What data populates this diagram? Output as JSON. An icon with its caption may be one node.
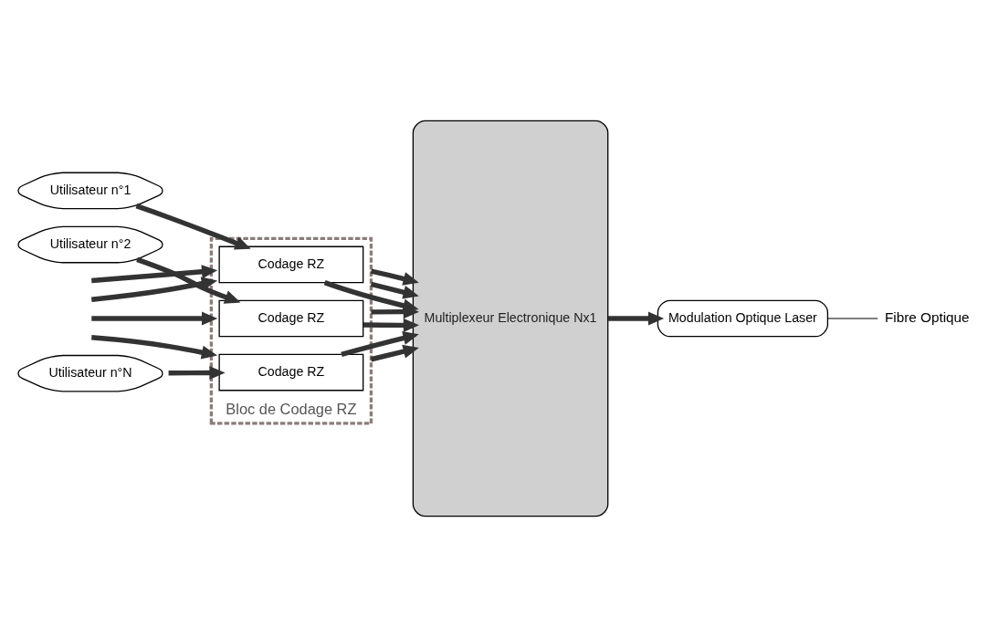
{
  "diagram": {
    "nodes": [
      {
        "text": [
          "Bloc de Codage RZ"
        ]
      },
      {
        "text": [
          "Utilisateur n°1"
        ]
      },
      {
        "text": [
          "Utilisateur n°2"
        ]
      },
      {
        "text": [
          "Utilisateur n°N"
        ]
      },
      {
        "text": [
          "Codage RZ"
        ],
        "in": 0
      },
      {
        "text": [
          "Codage RZ"
        ],
        "in": 0
      },
      {
        "text": [
          "Codage RZ"
        ],
        "in": 0
      },
      {
        "text": [
          "Multiplexeur Electronique Nx1"
        ]
      },
      {
        "text": [
          "Modulation Optique Laser"
        ]
      },
      {
        "text": [
          "Fibre Optique"
        ]
      }
    ],
    "edges": [
      {
        "from": 1,
        "to": 4,
        "arrow": "to"
      },
      {
        "from": 2,
        "to": 5,
        "arrow": "to"
      },
      {
        "from": null,
        "to": 0,
        "arrow": "to"
      },
      {
        "from": null,
        "to": 0,
        "arrow": "to"
      },
      {
        "from": null,
        "to": 0,
        "arrow": "to"
      },
      {
        "from": null,
        "to": 0,
        "arrow": "to"
      },
      {
        "from": 3,
        "to": 6,
        "arrow": "to"
      },
      {
        "from": 4,
        "to": 7,
        "arrow": "to"
      },
      {
        "from": 5,
        "to": 7,
        "arrow": "to"
      },
      {
        "from": 0,
        "to": 7,
        "arrow": "to"
      },
      {
        "from": 0,
        "to": 7,
        "arrow": "to"
      },
      {
        "from": 0,
        "to": 7,
        "arrow": "to"
      },
      {
        "from": 0,
        "to": 7,
        "arrow": "to"
      },
      {
        "from": 6,
        "to": 7,
        "arrow": "to"
      },
      {
        "from": 7,
        "to": 8,
        "arrow": "to"
      },
      {
        "from": 8,
        "to": 9,
        "arrow": "none",
        "color": "#000000"
      }
    ]
  }
}
